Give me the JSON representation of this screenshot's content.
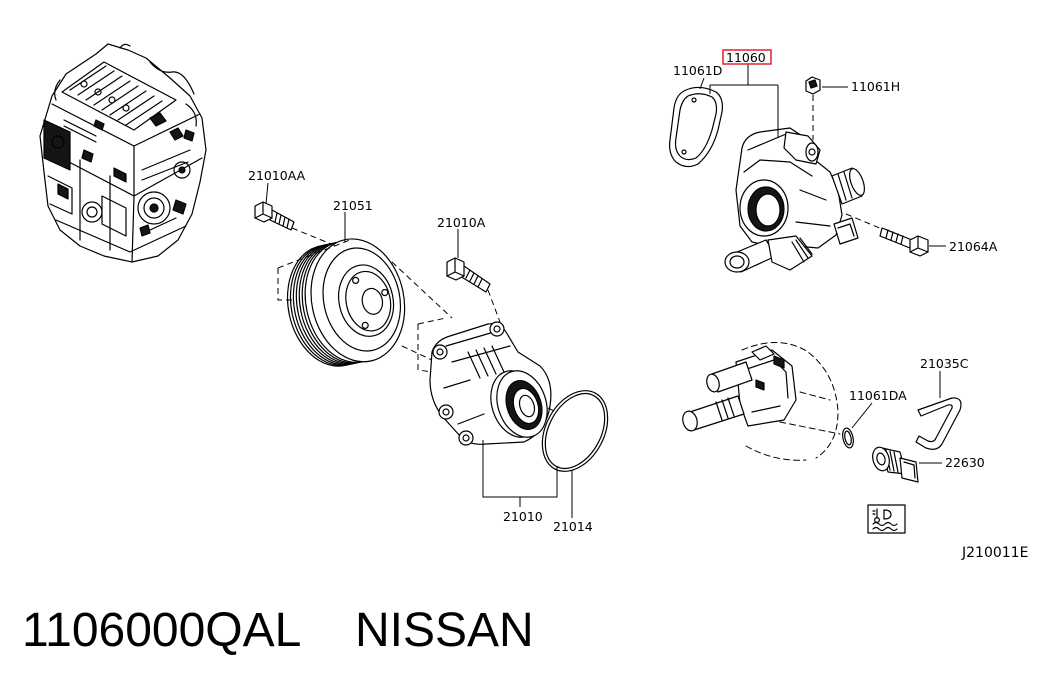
{
  "colors": {
    "highlight": "#e0242c",
    "line": "#000000",
    "background": "#ffffff"
  },
  "icons": {
    "engine": "engine-illustration",
    "symbol": "coolant-temperature-icon"
  },
  "diagram": {
    "reference_code": "J210011E",
    "callouts": [
      {
        "label": "11060",
        "highlighted": true
      },
      {
        "label": "11061D",
        "highlighted": false
      },
      {
        "label": "11061H",
        "highlighted": false
      },
      {
        "label": "21064A",
        "highlighted": false
      },
      {
        "label": "21010AA",
        "highlighted": false
      },
      {
        "label": "21051",
        "highlighted": false
      },
      {
        "label": "21010A",
        "highlighted": false
      },
      {
        "label": "21010",
        "highlighted": false
      },
      {
        "label": "21014",
        "highlighted": false
      },
      {
        "label": "21035C",
        "highlighted": false
      },
      {
        "label": "11061DA",
        "highlighted": false
      },
      {
        "label": "22630",
        "highlighted": false
      }
    ]
  },
  "caption": {
    "part_number": "1106000QAL",
    "brand": "NISSAN"
  }
}
